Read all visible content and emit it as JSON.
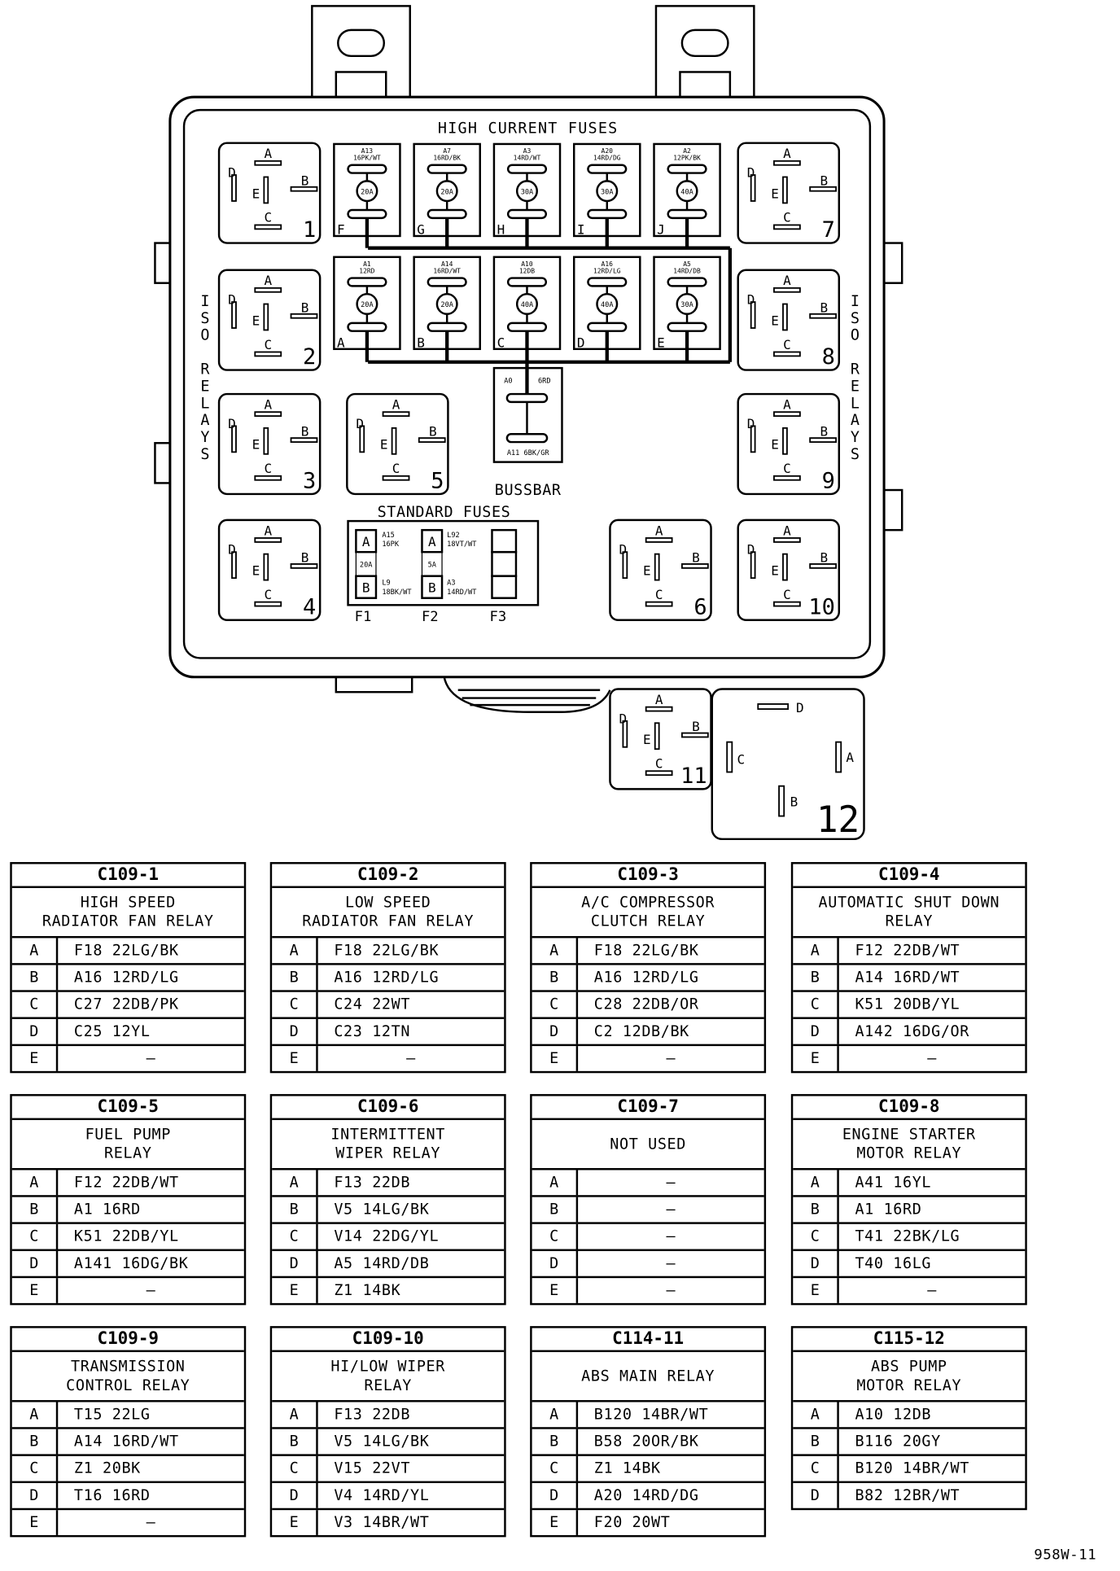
{
  "diagram": {
    "high_current_title": "HIGH CURRENT FUSES",
    "standard_title": "STANDARD FUSES",
    "bussbar_label": "BUSSBAR",
    "iso_relays_label": "ISO RELAYS",
    "pin_letters": {
      "a": "A",
      "b": "B",
      "c": "C",
      "d": "D",
      "e": "E"
    },
    "relays": {
      "r1": "1",
      "r2": "2",
      "r3": "3",
      "r4": "4",
      "r5": "5",
      "r6": "6",
      "r7": "7",
      "r8": "8",
      "r9": "9",
      "r10": "10",
      "r11": "11",
      "r12": "12"
    },
    "hc_fuses_top": [
      {
        "id": "A13",
        "wire": "16PK/WT",
        "amps": "20A",
        "letter": "F"
      },
      {
        "id": "A7",
        "wire": "16RD/BK",
        "amps": "20A",
        "letter": "G"
      },
      {
        "id": "A3",
        "wire": "14RD/WT",
        "amps": "30A",
        "letter": "H"
      },
      {
        "id": "A20",
        "wire": "14RD/DG",
        "amps": "30A",
        "letter": "I"
      },
      {
        "id": "A2",
        "wire": "12PK/BK",
        "amps": "40A",
        "letter": "J"
      }
    ],
    "hc_fuses_bottom": [
      {
        "id": "A1",
        "wire": "12RD",
        "amps": "20A",
        "letter": "A"
      },
      {
        "id": "A14",
        "wire": "16RD/WT",
        "amps": "20A",
        "letter": "B"
      },
      {
        "id": "A10",
        "wire": "12DB",
        "amps": "40A",
        "letter": "C"
      },
      {
        "id": "A16",
        "wire": "12RD/LG",
        "amps": "40A",
        "letter": "D"
      },
      {
        "id": "A5",
        "wire": "14RD/DB",
        "amps": "30A",
        "letter": "E"
      }
    ],
    "bussbar": {
      "a0": "A0",
      "wire_top": "6RD",
      "bottom": "A11 6BK/GR"
    },
    "standard_fuses": {
      "f1": {
        "label": "F1",
        "amps": "20A",
        "a_id": "A15",
        "a_wire": "16PK",
        "b_id": "L9",
        "b_wire": "18BK/WT"
      },
      "f2": {
        "label": "F2",
        "amps": "5A",
        "a_id": "L92",
        "a_wire": "18VT/WT",
        "b_id": "A3",
        "b_wire": "14RD/WT"
      },
      "f3": {
        "label": "F3"
      }
    }
  },
  "tables": [
    {
      "header": "C109-1",
      "function": "HIGH SPEED\nRADIATOR FAN RELAY",
      "rows": [
        {
          "pin": "A",
          "wire": "F18  22LG/BK"
        },
        {
          "pin": "B",
          "wire": "A16  12RD/LG"
        },
        {
          "pin": "C",
          "wire": "C27  22DB/PK"
        },
        {
          "pin": "D",
          "wire": "C25  12YL"
        },
        {
          "pin": "E",
          "wire": "–"
        }
      ]
    },
    {
      "header": "C109-2",
      "function": "LOW SPEED\nRADIATOR FAN RELAY",
      "rows": [
        {
          "pin": "A",
          "wire": "F18  22LG/BK"
        },
        {
          "pin": "B",
          "wire": "A16  12RD/LG"
        },
        {
          "pin": "C",
          "wire": "C24  22WT"
        },
        {
          "pin": "D",
          "wire": "C23  12TN"
        },
        {
          "pin": "E",
          "wire": "–"
        }
      ]
    },
    {
      "header": "C109-3",
      "function": "A/C COMPRESSOR\nCLUTCH RELAY",
      "rows": [
        {
          "pin": "A",
          "wire": "F18  22LG/BK"
        },
        {
          "pin": "B",
          "wire": "A16  12RD/LG"
        },
        {
          "pin": "C",
          "wire": "C28  22DB/OR"
        },
        {
          "pin": "D",
          "wire": "C2  12DB/BK"
        },
        {
          "pin": "E",
          "wire": "–"
        }
      ]
    },
    {
      "header": "C109-4",
      "function": "AUTOMATIC SHUT DOWN\nRELAY",
      "rows": [
        {
          "pin": "A",
          "wire": "F12  22DB/WT"
        },
        {
          "pin": "B",
          "wire": "A14  16RD/WT"
        },
        {
          "pin": "C",
          "wire": "K51  20DB/YL"
        },
        {
          "pin": "D",
          "wire": "A142  16DG/OR"
        },
        {
          "pin": "E",
          "wire": "–"
        }
      ]
    },
    {
      "header": "C109-5",
      "function": "FUEL PUMP\nRELAY",
      "rows": [
        {
          "pin": "A",
          "wire": "F12  22DB/WT"
        },
        {
          "pin": "B",
          "wire": "A1  16RD"
        },
        {
          "pin": "C",
          "wire": "K51  22DB/YL"
        },
        {
          "pin": "D",
          "wire": "A141  16DG/BK"
        },
        {
          "pin": "E",
          "wire": "–"
        }
      ]
    },
    {
      "header": "C109-6",
      "function": "INTERMITTENT\nWIPER RELAY",
      "rows": [
        {
          "pin": "A",
          "wire": "F13  22DB"
        },
        {
          "pin": "B",
          "wire": "V5  14LG/BK"
        },
        {
          "pin": "C",
          "wire": "V14  22DG/YL"
        },
        {
          "pin": "D",
          "wire": "A5  14RD/DB"
        },
        {
          "pin": "E",
          "wire": "Z1  14BK"
        }
      ]
    },
    {
      "header": "C109-7",
      "function": "NOT USED",
      "rows": [
        {
          "pin": "A",
          "wire": "–"
        },
        {
          "pin": "B",
          "wire": "–"
        },
        {
          "pin": "C",
          "wire": "–"
        },
        {
          "pin": "D",
          "wire": "–"
        },
        {
          "pin": "E",
          "wire": "–"
        }
      ]
    },
    {
      "header": "C109-8",
      "function": "ENGINE STARTER\nMOTOR RELAY",
      "rows": [
        {
          "pin": "A",
          "wire": "A41  16YL"
        },
        {
          "pin": "B",
          "wire": "A1  16RD"
        },
        {
          "pin": "C",
          "wire": "T41  22BK/LG"
        },
        {
          "pin": "D",
          "wire": "T40  16LG"
        },
        {
          "pin": "E",
          "wire": "–"
        }
      ]
    },
    {
      "header": "C109-9",
      "function": "TRANSMISSION\nCONTROL RELAY",
      "rows": [
        {
          "pin": "A",
          "wire": "T15  22LG"
        },
        {
          "pin": "B",
          "wire": "A14  16RD/WT"
        },
        {
          "pin": "C",
          "wire": "Z1  20BK"
        },
        {
          "pin": "D",
          "wire": "T16  16RD"
        },
        {
          "pin": "E",
          "wire": "–"
        }
      ]
    },
    {
      "header": "C109-10",
      "function": "HI/LOW WIPER\nRELAY",
      "rows": [
        {
          "pin": "A",
          "wire": "F13  22DB"
        },
        {
          "pin": "B",
          "wire": "V5  14LG/BK"
        },
        {
          "pin": "C",
          "wire": "V15  22VT"
        },
        {
          "pin": "D",
          "wire": "V4  14RD/YL"
        },
        {
          "pin": "E",
          "wire": "V3  14BR/WT"
        }
      ]
    },
    {
      "header": "C114-11",
      "function": "ABS MAIN RELAY",
      "rows": [
        {
          "pin": "A",
          "wire": "B120  14BR/WT"
        },
        {
          "pin": "B",
          "wire": "B58  20OR/BK"
        },
        {
          "pin": "C",
          "wire": "Z1  14BK"
        },
        {
          "pin": "D",
          "wire": "A20  14RD/DG"
        },
        {
          "pin": "E",
          "wire": "F20  20WT"
        }
      ]
    },
    {
      "header": "C115-12",
      "function": "ABS PUMP\nMOTOR RELAY",
      "rows": [
        {
          "pin": "A",
          "wire": "A10  12DB"
        },
        {
          "pin": "B",
          "wire": "B116  20GY"
        },
        {
          "pin": "C",
          "wire": "B120  14BR/WT"
        },
        {
          "pin": "D",
          "wire": "B82  12BR/WT"
        }
      ]
    }
  ],
  "figure_id": "958W-11"
}
